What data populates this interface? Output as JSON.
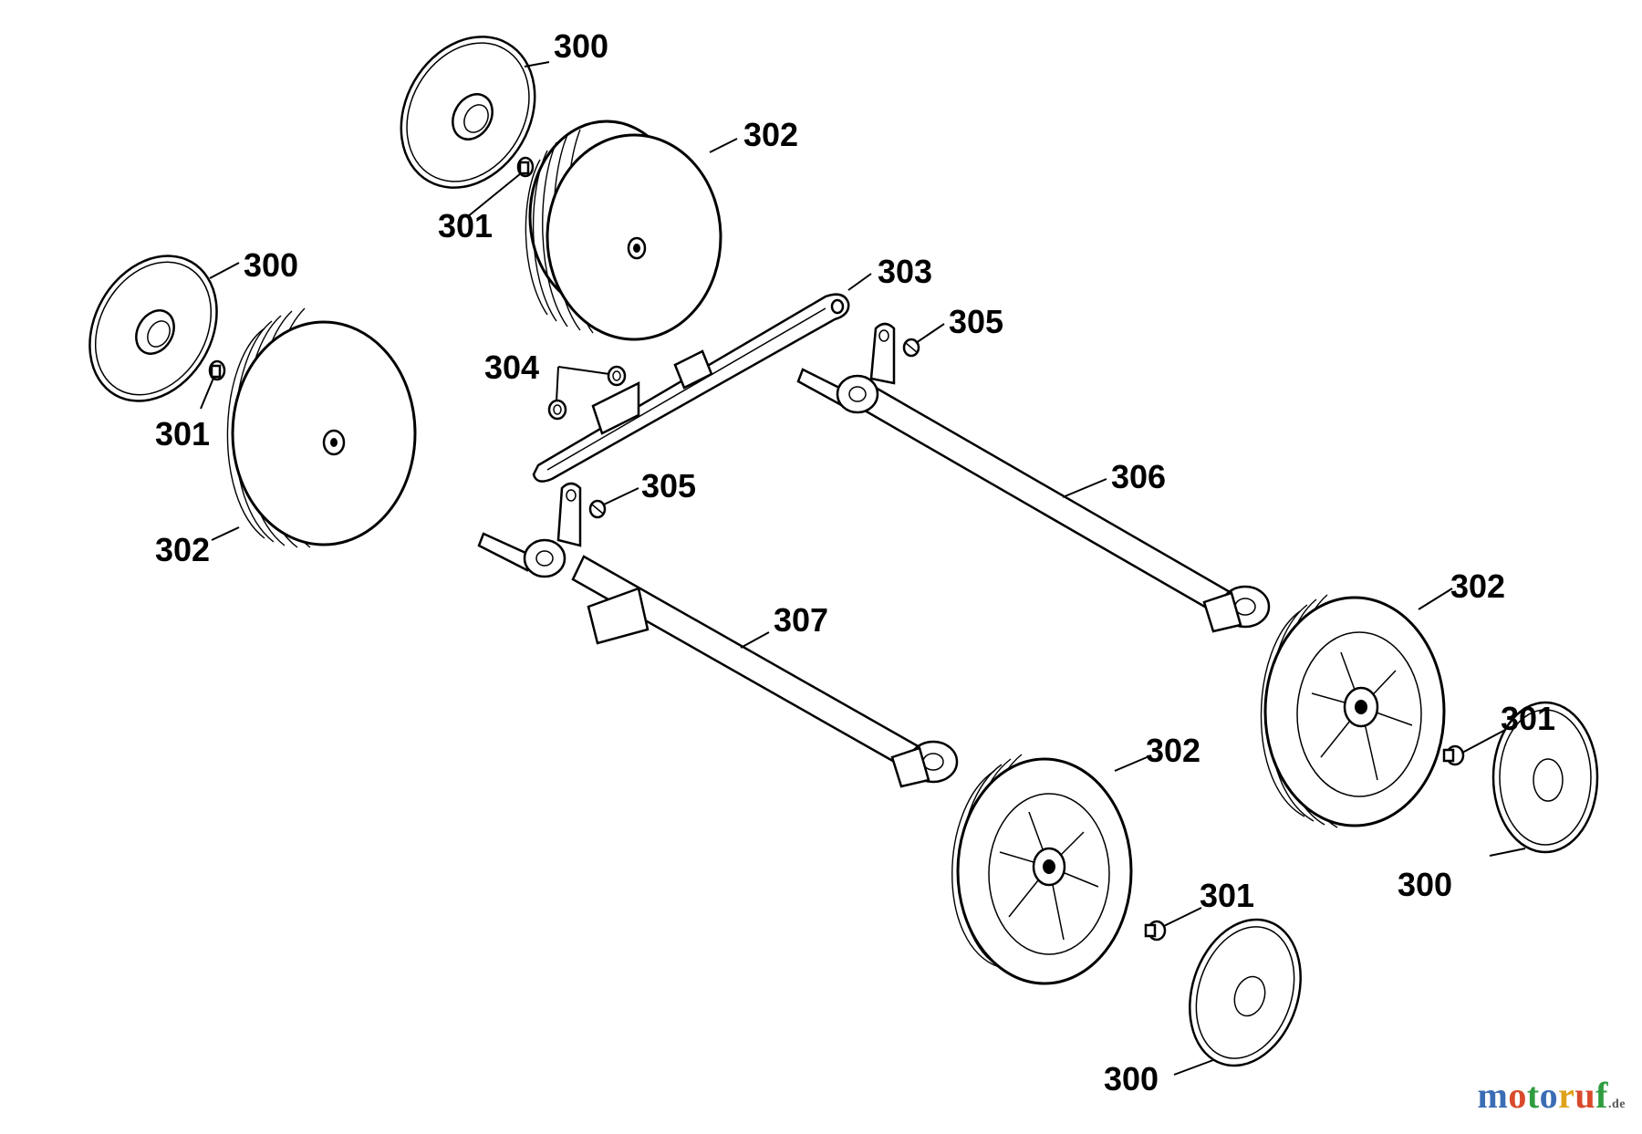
{
  "diagram": {
    "callouts": {
      "c300a": "300",
      "c302a": "302",
      "c301a": "301",
      "c300b": "300",
      "c301b": "301",
      "c302b": "302",
      "c303": "303",
      "c305a": "305",
      "c304": "304",
      "c305b": "305",
      "c306": "306",
      "c307": "307",
      "c302c": "302",
      "c301c": "301",
      "c300c": "300",
      "c302d": "302",
      "c301d": "301",
      "c300d": "300"
    }
  },
  "watermark": {
    "letters": [
      "m",
      "o",
      "t",
      "o",
      "r",
      "u",
      "f"
    ],
    "letter_colors": [
      "#3b6db5",
      "#d94a2b",
      "#2f9c3f",
      "#3b6db5",
      "#e0a21a",
      "#d94a2b",
      "#2f9c3f"
    ],
    "suffix": ".de"
  }
}
